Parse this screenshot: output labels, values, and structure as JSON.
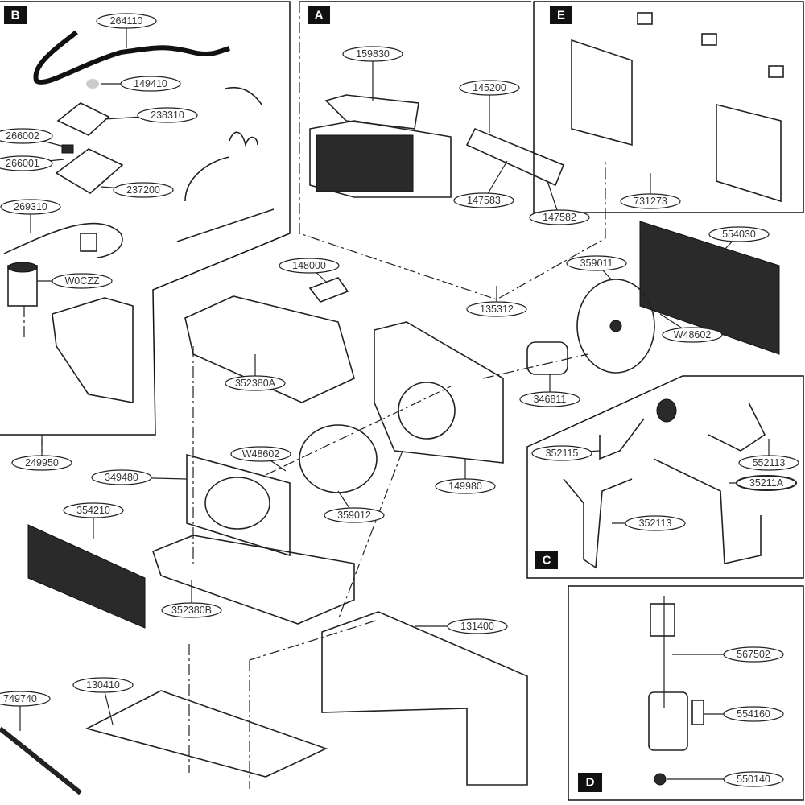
{
  "sections": {
    "A": "A",
    "B": "B",
    "C": "C",
    "D": "D",
    "E": "E"
  },
  "part_labels": {
    "p264110": "264110",
    "p149410": "149410",
    "p238310": "238310",
    "p266002": "266002",
    "p266001": "266001",
    "p237200": "237200",
    "p269310": "269310",
    "pW0CZZ": "W0CZZ",
    "p249950": "249950",
    "p159830": "159830",
    "p145200": "145200",
    "p147583": "147583",
    "p147582": "147582",
    "p135312": "135312",
    "p731273": "731273",
    "p554030": "554030",
    "p359011": "359011",
    "pW48602a": "W48602",
    "p346811": "346811",
    "p148000": "148000",
    "p352380A": "352380A",
    "p149980": "149980",
    "pW48602b": "W48602",
    "p359012": "359012",
    "p349480": "349480",
    "p354210": "354210",
    "p352380B": "352380B",
    "p131400": "131400",
    "p130410": "130410",
    "p749740": "749740",
    "p352115": "352115",
    "p552113": "552113",
    "p35211A": "35211A",
    "p352113": "352113",
    "p567502": "567502",
    "p554160": "554160",
    "p550140": "550140"
  }
}
